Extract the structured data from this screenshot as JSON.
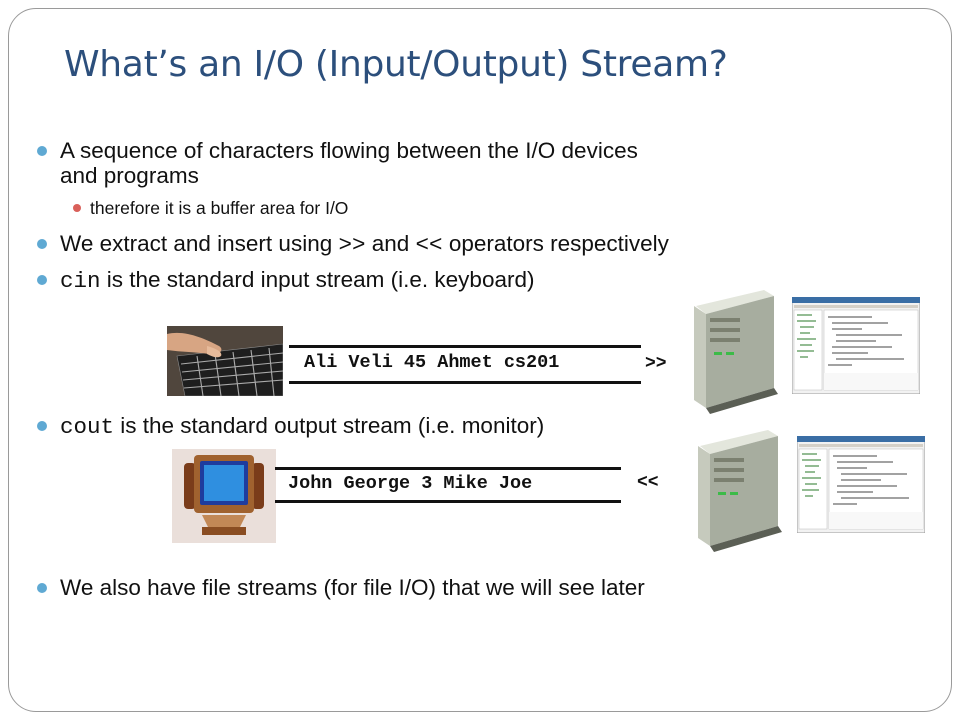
{
  "slide": {
    "title": "What’s an I/O (Input/Output) Stream?"
  },
  "bullets": {
    "sequence_line1": "A sequence of characters flowing between the I/O devices",
    "sequence_line2": "and programs",
    "sub_buffer": "therefore it is a buffer area for I/O",
    "extract_pre": "We extract and insert using ",
    "extract_op1": ">>",
    "extract_mid": " and ",
    "extract_op2": "<<",
    "extract_post": " operators respectively",
    "cin_code": "cin",
    "cin_text": " is the standard input stream (i.e. keyboard)",
    "cout_code": "cout",
    "cout_text": " is the standard output stream (i.e. monitor)",
    "file_streams": "We also have file streams (for file I/O) that we will see later"
  },
  "input_stream": {
    "text": "Ali Veli 45 Ahmet cs201",
    "operator": ">>"
  },
  "output_stream": {
    "text": "John George 3 Mike Joe",
    "operator": "<<"
  },
  "icons": {
    "keyboard": "keyboard-icon",
    "monitor": "monitor-icon",
    "server": "server-tower-icon",
    "screen": "code-editor-screenshot-icon"
  }
}
